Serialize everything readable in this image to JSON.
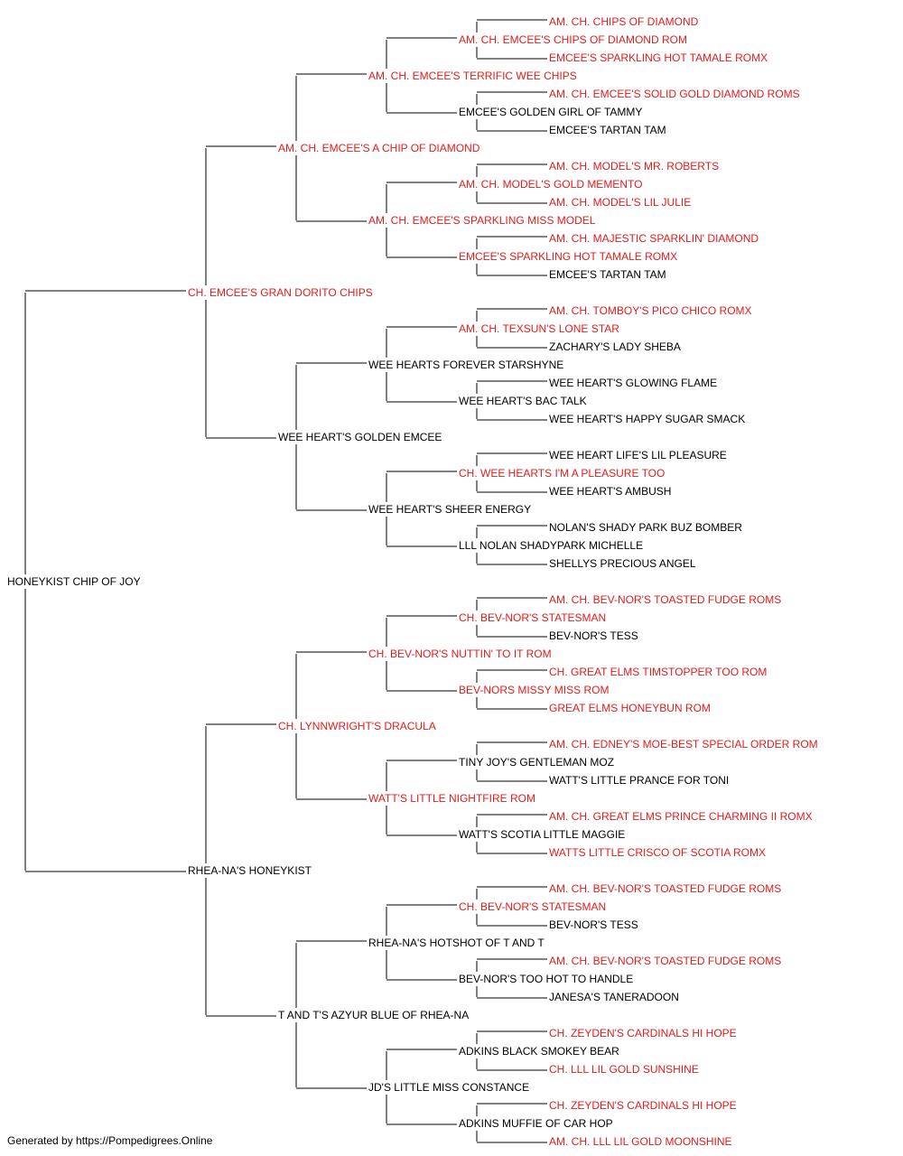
{
  "colors": {
    "champion": "#e31b1b",
    "normal": "#000000",
    "line": "#000000"
  },
  "footer": "Generated by https://Pompedigrees.Online",
  "pedigree": {
    "name": "HONEYKIST CHIP OF JOY",
    "champion": false,
    "sire": {
      "name": "CH. EMCEE'S GRAN DORITO CHIPS",
      "champion": true,
      "sire": {
        "name": "AM. CH. EMCEE'S A CHIP OF DIAMOND",
        "champion": true,
        "sire": {
          "name": "AM. CH. EMCEE'S TERRIFIC WEE CHIPS",
          "champion": true,
          "sire": {
            "name": "AM. CH. EMCEE'S CHIPS OF DIAMOND ROM",
            "champion": true,
            "sire": {
              "name": "AM. CH. CHIPS OF DIAMOND",
              "champion": true
            },
            "dam": {
              "name": "EMCEE'S SPARKLING HOT TAMALE ROMX",
              "champion": true
            }
          },
          "dam": {
            "name": "EMCEE'S GOLDEN GIRL OF TAMMY",
            "champion": false,
            "sire": {
              "name": "AM. CH. EMCEE'S SOLID GOLD DIAMOND ROMS",
              "champion": true
            },
            "dam": {
              "name": "EMCEE'S TARTAN TAM",
              "champion": false
            }
          }
        },
        "dam": {
          "name": "AM. CH. EMCEE'S SPARKLING MISS MODEL",
          "champion": true,
          "sire": {
            "name": "AM. CH. MODEL'S GOLD MEMENTO",
            "champion": true,
            "sire": {
              "name": "AM. CH. MODEL'S MR. ROBERTS",
              "champion": true
            },
            "dam": {
              "name": "AM. CH. MODEL'S LIL JULIE",
              "champion": true
            }
          },
          "dam": {
            "name": "EMCEE'S SPARKLING HOT TAMALE ROMX",
            "champion": true,
            "sire": {
              "name": "AM. CH. MAJESTIC SPARKLIN' DIAMOND",
              "champion": true
            },
            "dam": {
              "name": "EMCEE'S TARTAN TAM",
              "champion": false
            }
          }
        }
      },
      "dam": {
        "name": "WEE HEART'S GOLDEN EMCEE",
        "champion": false,
        "sire": {
          "name": "WEE HEARTS FOREVER STARSHYNE",
          "champion": false,
          "sire": {
            "name": "AM. CH. TEXSUN'S LONE STAR",
            "champion": true,
            "sire": {
              "name": "AM. CH. TOMBOY'S PICO CHICO ROMX",
              "champion": true
            },
            "dam": {
              "name": "ZACHARY'S LADY SHEBA",
              "champion": false
            }
          },
          "dam": {
            "name": "WEE HEART'S BAC TALK",
            "champion": false,
            "sire": {
              "name": "WEE HEART'S GLOWING FLAME",
              "champion": false
            },
            "dam": {
              "name": "WEE HEART'S HAPPY SUGAR SMACK",
              "champion": false
            }
          }
        },
        "dam": {
          "name": "WEE HEART'S SHEER ENERGY",
          "champion": false,
          "sire": {
            "name": "CH. WEE HEARTS I'M A PLEASURE TOO",
            "champion": true,
            "sire": {
              "name": "WEE HEART LIFE'S LIL PLEASURE",
              "champion": false
            },
            "dam": {
              "name": "WEE HEART'S AMBUSH",
              "champion": false
            }
          },
          "dam": {
            "name": "LLL NOLAN SHADYPARK MICHELLE",
            "champion": false,
            "sire": {
              "name": "NOLAN'S SHADY PARK BUZ BOMBER",
              "champion": false
            },
            "dam": {
              "name": "SHELLYS PRECIOUS ANGEL",
              "champion": false
            }
          }
        }
      }
    },
    "dam": {
      "name": "RHEA-NA'S HONEYKIST",
      "champion": false,
      "sire": {
        "name": "CH. LYNNWRIGHT'S DRACULA",
        "champion": true,
        "sire": {
          "name": "CH. BEV-NOR'S NUTTIN' TO IT ROM",
          "champion": true,
          "sire": {
            "name": "CH. BEV-NOR'S STATESMAN",
            "champion": true,
            "sire": {
              "name": "AM. CH. BEV-NOR'S TOASTED FUDGE ROMS",
              "champion": true
            },
            "dam": {
              "name": "BEV-NOR'S TESS",
              "champion": false
            }
          },
          "dam": {
            "name": "BEV-NORS MISSY MISS ROM",
            "champion": true,
            "sire": {
              "name": "CH. GREAT ELMS TIMSTOPPER TOO ROM",
              "champion": true
            },
            "dam": {
              "name": "GREAT ELMS HONEYBUN ROM",
              "champion": true
            }
          }
        },
        "dam": {
          "name": "WATT'S LITTLE NIGHTFIRE ROM",
          "champion": true,
          "sire": {
            "name": "TINY JOY'S GENTLEMAN MOZ",
            "champion": false,
            "sire": {
              "name": "AM. CH. EDNEY'S MOE-BEST SPECIAL ORDER ROM",
              "champion": true
            },
            "dam": {
              "name": "WATT'S LITTLE PRANCE FOR TONI",
              "champion": false
            }
          },
          "dam": {
            "name": "WATT'S SCOTIA LITTLE MAGGIE",
            "champion": false,
            "sire": {
              "name": "AM. CH. GREAT ELMS PRINCE CHARMING II ROMX",
              "champion": true
            },
            "dam": {
              "name": "WATTS LITTLE CRISCO OF SCOTIA ROMX",
              "champion": true
            }
          }
        }
      },
      "dam": {
        "name": "T AND T'S AZYUR BLUE OF RHEA-NA",
        "champion": false,
        "sire": {
          "name": "RHEA-NA'S HOTSHOT OF T AND T",
          "champion": false,
          "sire": {
            "name": "CH. BEV-NOR'S STATESMAN",
            "champion": true,
            "sire": {
              "name": "AM. CH. BEV-NOR'S TOASTED FUDGE ROMS",
              "champion": true
            },
            "dam": {
              "name": "BEV-NOR'S TESS",
              "champion": false
            }
          },
          "dam": {
            "name": "BEV-NOR'S TOO HOT TO HANDLE",
            "champion": false,
            "sire": {
              "name": "AM. CH. BEV-NOR'S TOASTED FUDGE ROMS",
              "champion": true
            },
            "dam": {
              "name": "JANESA'S TANERADOON",
              "champion": false
            }
          }
        },
        "dam": {
          "name": "JD'S LITTLE MISS CONSTANCE",
          "champion": false,
          "sire": {
            "name": "ADKINS BLACK SMOKEY BEAR",
            "champion": false,
            "sire": {
              "name": "CH. ZEYDEN'S CARDINALS HI HOPE",
              "champion": true
            },
            "dam": {
              "name": "CH. LLL LIL GOLD SUNSHINE",
              "champion": true
            }
          },
          "dam": {
            "name": "ADKINS MUFFIE OF CAR HOP",
            "champion": false,
            "sire": {
              "name": "CH. ZEYDEN'S CARDINALS HI HOPE",
              "champion": true
            },
            "dam": {
              "name": "AM. CH. LLL LIL GOLD MOONSHINE",
              "champion": true
            }
          }
        }
      }
    }
  }
}
